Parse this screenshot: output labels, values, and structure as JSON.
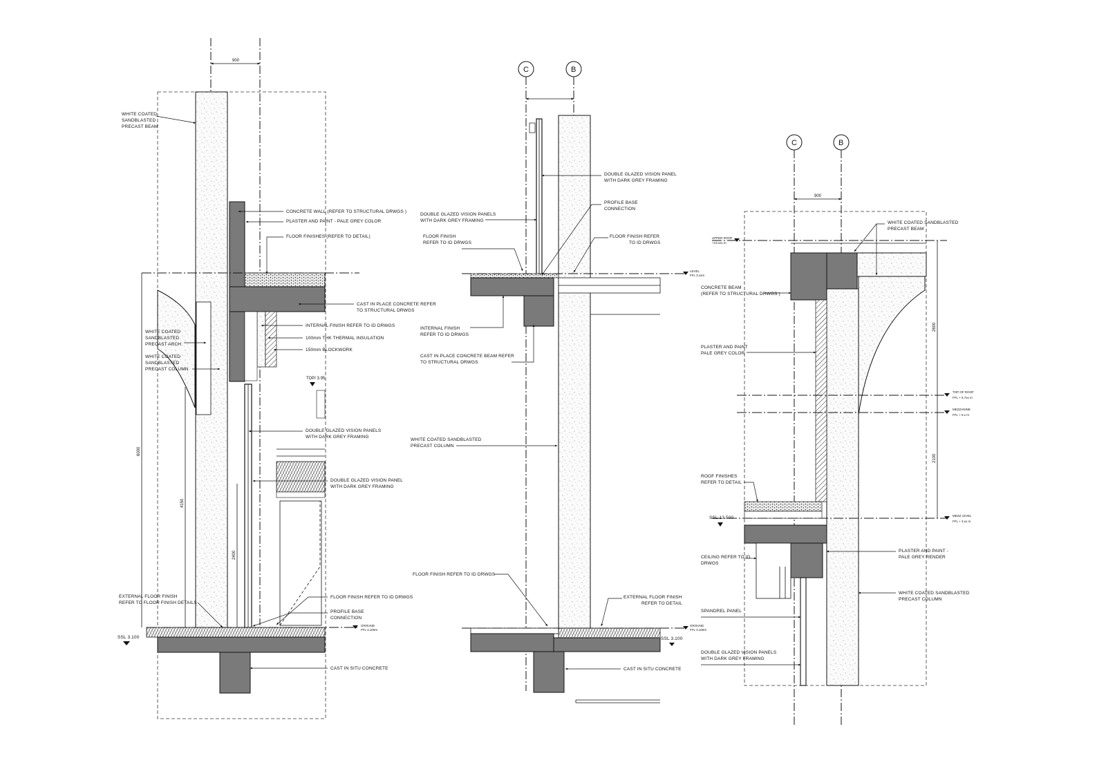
{
  "left_section": {
    "dim_top": "900",
    "dim_6000": "6000",
    "dim_4150": "4150",
    "dim_2400": "2400",
    "level_top": "TOP/ 3.95",
    "level_ssl": "SSL 3.100",
    "level_ground_a": "GROUND",
    "level_ground_b": "FFL 3.100m",
    "labels": {
      "beam": [
        "WHITE COATED",
        "SANDBLASTED",
        "PRECAST BEAM"
      ],
      "concrete_wall": "CONCRETE WALL  (REFER TO STRUCTURAL DRWGS )",
      "plaster": "PLASTER AND PAINT - PALE GREY COLOR",
      "floor_finishes": "FLOOR FINISHES (REFER TO DETAIL)",
      "cast_in_place": [
        "CAST IN PLACE CONCRETE REFER",
        "TO STRUCTURAL DRWGS"
      ],
      "internal_finish": "INTERNAL FINISH  REFER TO ID DRWGS",
      "insulation": "100mm THK THERMAL INSULATION",
      "blockwork": "150mm BLOCKWORK",
      "arch": [
        "WHITE COATED",
        "SANDBLASTED",
        "PRECAST ARCH"
      ],
      "column": [
        "WHITE COATED",
        "SANDBLASTED",
        "PRECAST COLUMN"
      ],
      "glazed_panels": [
        "DOUBLE GLAZED VISION PANELS",
        "WITH DARK GREY FRAMING"
      ],
      "glazed_panel": [
        "DOUBLE GLAZED VISION PANEL",
        "WITH DARK GREY FRAMING"
      ],
      "external_floor": [
        "EXTERNAL FLOOR FINISH",
        "REFER TO FLOOR FINISH DETAILS"
      ],
      "floor_finish_id": "FLOOR FINISH  REFER TO ID DRWGS",
      "profile_base": [
        "PROFILE BASE",
        "CONNECTION"
      ],
      "cast_in_situ": "CAST IN SITU CONCRETE"
    }
  },
  "middle_section": {
    "grid_c": "C",
    "grid_b": "B",
    "level_a": "LEVEL",
    "level_b": "FFL 3.xxm",
    "level_ssl": "SSL 3.100",
    "level_ground_a": "GROUND",
    "level_ground_b": "FFL 3.100m",
    "labels": {
      "glazed_panel": [
        "DOUBLE GLAZED VISION PANEL",
        "WITH DARK GREY FRAMING"
      ],
      "profile_base": [
        "PROFILE BASE",
        "CONNECTION"
      ],
      "glazed_panels": [
        "DOUBLE GLAZED VISION PANELS",
        "WITH DARK GREY FRAMING"
      ],
      "floor_finish_left": [
        "FLOOR FINISH",
        "REFER TO ID DRWGS"
      ],
      "floor_finish_right": [
        "FLOOR FINISH   REFER",
        "TO ID DRWGS"
      ],
      "internal_finish": [
        "INTERNAL FINISH",
        "REFER TO ID DRWGS"
      ],
      "cast_in_place_beam": [
        "CAST IN PLACE CONCRETE BEAM REFER",
        "TO STRUCTURAL DRWGS"
      ],
      "column": [
        "WHITE COATED SANDBLASTED",
        "PRECAST COLUMN"
      ],
      "floor_finish_id": "FLOOR FINISH  REFER TO ID DRWGS",
      "external_floor": [
        "EXTERNAL FLOOR FINISH",
        "REFER TO DETAIL"
      ],
      "cast_in_situ": "CAST IN SITU CONCRETE"
    }
  },
  "right_section": {
    "grid_c": "C",
    "grid_b": "B",
    "dim_top": "900",
    "dim_2600": "2600",
    "dim_2100": "2100",
    "level_upper": [
      "UPPER ROOF",
      "+13.xxx m"
    ],
    "level_roof": [
      "TOP OF ROOF",
      "FFL + 5.7xx m"
    ],
    "level_mezz": [
      "MEZZANINE",
      "FFL + 5.x m"
    ],
    "level_low": [
      "MEZZ LEVEL",
      "FFL + 3.xx m"
    ],
    "level_ssl": "SSL 13.500",
    "labels": {
      "beam": [
        "WHITE COATED SANDBLASTED",
        "PRECAST BEAM"
      ],
      "concrete_beam": [
        "CONCRETE BEAM",
        "(REFER TO STRUCTURAL DRWGS )"
      ],
      "plaster": [
        "PLASTER AND PAINT",
        "PALE GREY COLOR"
      ],
      "roof_finishes": [
        "ROOF FINISHES",
        "REFER TO DETAIL"
      ],
      "plaster_render": [
        "PLASTER AND PAINT -",
        "PALE GREY RENDER"
      ],
      "ceiling": [
        "CEILING  REFER TO ID",
        "DRWGS"
      ],
      "column": [
        "WHITE COATED SANDBLASTED",
        "PRECAST COLUMN"
      ],
      "spandrel": "SPANDREL PANEL",
      "glazed_panels": [
        "DOUBLE GLAZED VISION PANELS",
        "WITH DARK GREY FRAMING"
      ]
    }
  }
}
